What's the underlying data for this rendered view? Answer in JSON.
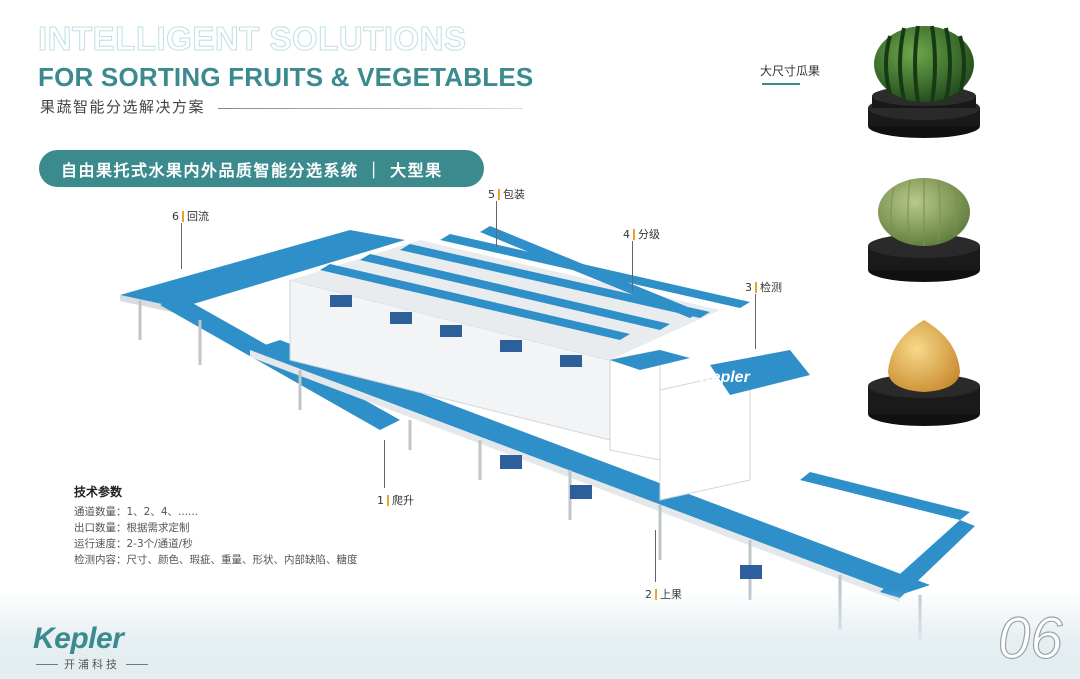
{
  "header": {
    "title_outline": "INTELLIGENT SOLUTIONS",
    "title_solid": "FOR SORTING FRUITS & VEGETABLES",
    "title_cn": "果蔬智能分选解决方案"
  },
  "banner": {
    "text": "自由果托式水果内外品质智能分选系统 ｜ 大型果"
  },
  "fruit_panel": {
    "label": "大尺寸瓜果",
    "items": [
      "watermelon",
      "cantaloupe",
      "mango"
    ]
  },
  "callouts": [
    {
      "num": "1",
      "text": "爬升"
    },
    {
      "num": "2",
      "text": "上果"
    },
    {
      "num": "3",
      "text": "检测"
    },
    {
      "num": "4",
      "text": "分级"
    },
    {
      "num": "5",
      "text": "包装"
    },
    {
      "num": "6",
      "text": "回流"
    }
  ],
  "machine": {
    "brand": "Kepler"
  },
  "specs": {
    "title": "技术参数",
    "rows": [
      "通道数量：1、2、4、......",
      "出口数量：根据需求定制",
      "运行速度：2-3个/通道/秒",
      "检测内容：尺寸、颜色、瑕疵、重量、形状、内部缺陷、糖度"
    ]
  },
  "footer": {
    "logo_text": "Kepler",
    "logo_sub": "开浦科技",
    "page_number": "06"
  },
  "colors": {
    "accent": "#3a8a8e",
    "conveyor": "#2f8fc9",
    "callout_bar": "#f0a028"
  }
}
